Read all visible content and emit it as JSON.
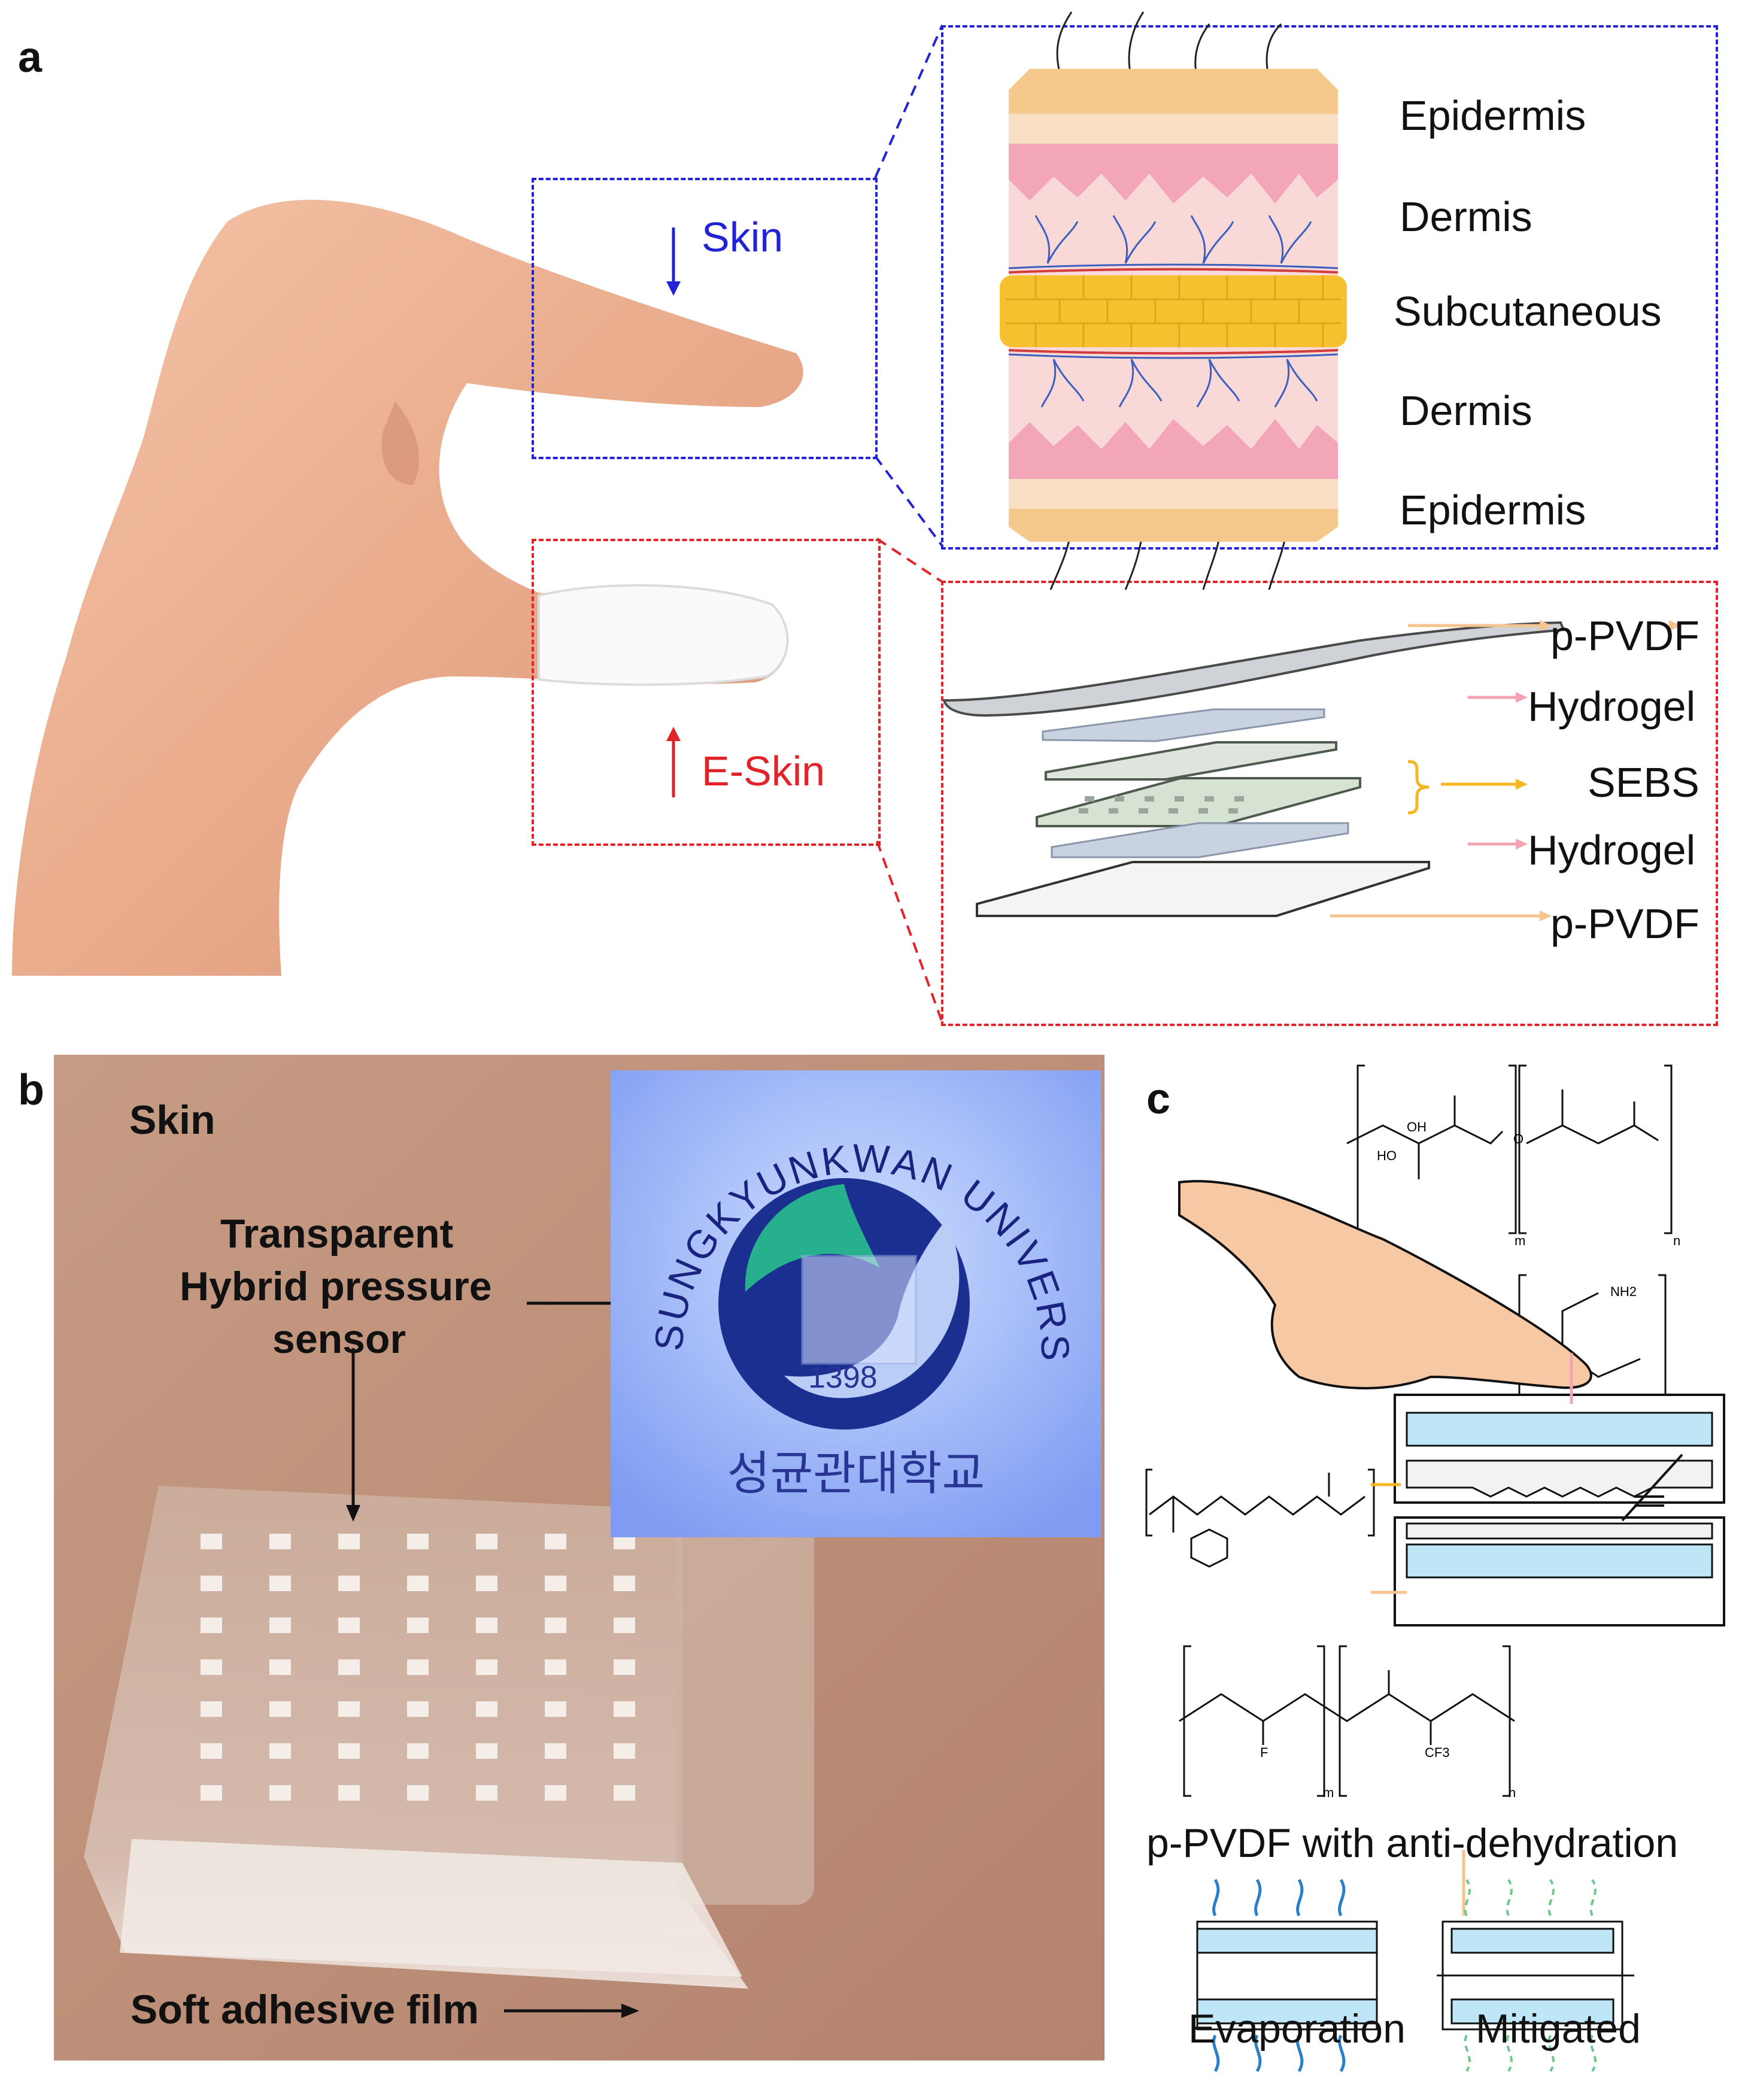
{
  "panels": {
    "a": "a",
    "b": "b",
    "c": "c"
  },
  "panel_a": {
    "skin_label": "Skin",
    "eskin_label": "E-Skin",
    "skin_layers": [
      "Epidermis",
      "Dermis",
      "Subcutaneous",
      "Dermis",
      "Epidermis"
    ],
    "eskin_layers": [
      "p-PVDF",
      "Hydrogel",
      "SEBS",
      "Hydrogel",
      "p-PVDF"
    ],
    "colors": {
      "skin_box": "#2323d6",
      "eskin_box": "#e0242a",
      "epidermis": "#f4c98b",
      "dermis": "#f2a6b8",
      "subcutaneous": "#f6c12f",
      "pvdf_arrow": "#f7c48f",
      "hydrogel_arrow": "#f4a3b3",
      "sebs_arrow": "#f4b721"
    }
  },
  "panel_b": {
    "skin_label": "Skin",
    "sensor_label_line1": "Transparent",
    "sensor_label_line2": "Hybrid pressure",
    "sensor_label_line3": "sensor",
    "film_label": "Soft adhesive film",
    "logo_text": "SUNGKYUNKWAN UNIVERSITY",
    "logo_year": "1398",
    "logo_korean": "성균관대학교"
  },
  "panel_c": {
    "chem_m": "m",
    "chem_n": "n",
    "chem_labels": [
      "OH",
      "O",
      "HO",
      "NH2",
      "F",
      "CF3"
    ],
    "antidehydration_label": "p-PVDF with anti-dehydration",
    "evaporation_label": "Evaporation",
    "mitigated_label": "Mitigated",
    "colors": {
      "hydrogel": "#bfe6f6",
      "evap_arrow": "#2b7fc7",
      "mitigated_arrow": "#6cc98a"
    }
  }
}
